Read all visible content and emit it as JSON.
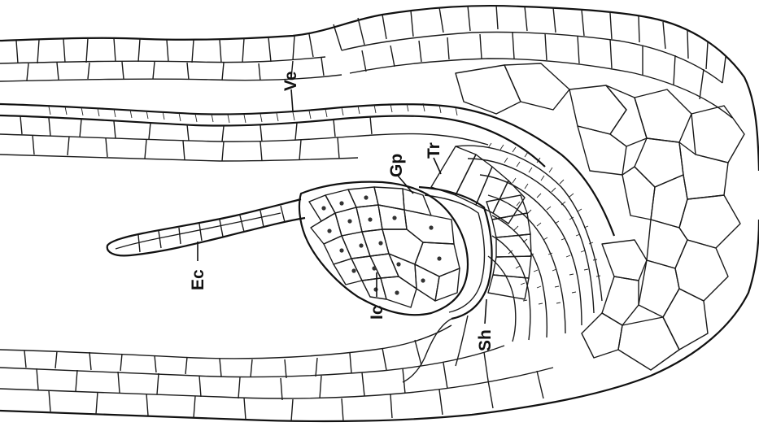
{
  "labels": {
    "ve": "Ve",
    "tr": "Tr",
    "gp": "Gp",
    "ec": "Ec",
    "ic": "Ic",
    "sh": "Sh"
  },
  "colors": {
    "ink": "#111111",
    "paper": "#ffffff"
  }
}
